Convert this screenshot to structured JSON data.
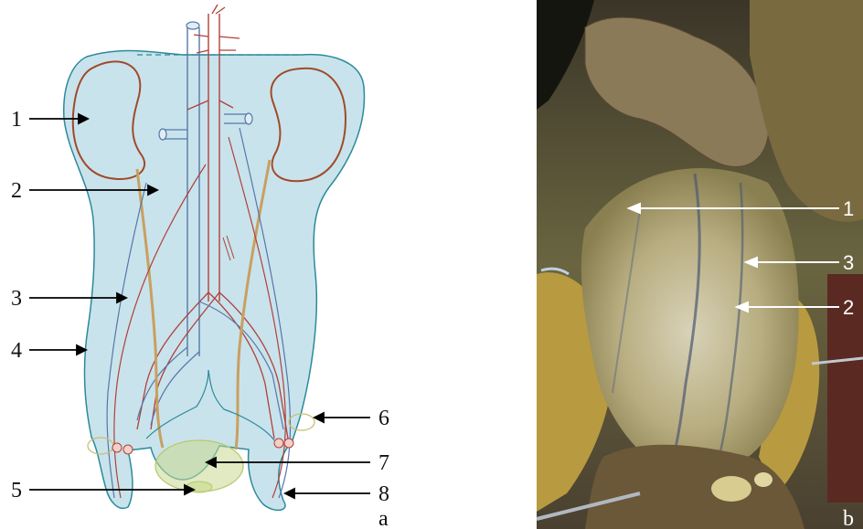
{
  "panel_a": {
    "letter": "a",
    "labels": [
      "1",
      "2",
      "3",
      "4",
      "5",
      "6",
      "7",
      "8"
    ]
  },
  "panel_b": {
    "letter": "b",
    "labels": [
      "1",
      "3",
      "2"
    ]
  },
  "colors": {
    "body_fill": "#c9e3ec",
    "outline": "#2b8a9a",
    "vessel_red": "#b0403a",
    "vessel_blue": "#5577aa",
    "ureter": "#c8a060",
    "kidney": "#a04a2a",
    "bladder": "#c8d890",
    "background": "#ffffff"
  }
}
